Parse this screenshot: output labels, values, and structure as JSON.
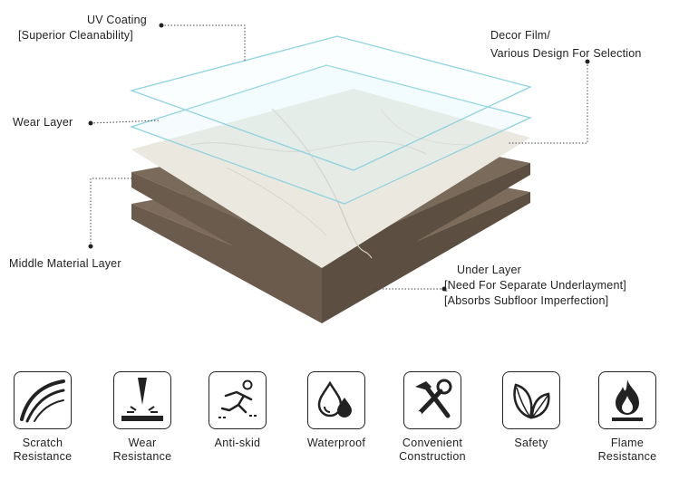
{
  "labels": {
    "uv_coating": {
      "line1": "UV Coating",
      "line2": "[Superior Cleanability]"
    },
    "wear_layer": "Wear Layer",
    "middle_layer": "Middle Material Layer",
    "decor_film": {
      "line1": "Decor Film/",
      "line2": "Various Design For Selection"
    },
    "under_layer": {
      "line1": "Under Layer",
      "line2": "[Need For Separate Underlayment]",
      "line3": "[Absorbs Subfloor Imperfection]"
    }
  },
  "features": [
    {
      "line1": "Scratch",
      "line2": "Resistance",
      "icon": "scratch-icon"
    },
    {
      "line1": "Wear",
      "line2": "Resistance",
      "icon": "wear-icon"
    },
    {
      "line1": "Anti-skid",
      "line2": "",
      "icon": "slip-icon"
    },
    {
      "line1": "Waterproof",
      "line2": "",
      "icon": "water-drop-icon"
    },
    {
      "line1": "Convenient",
      "line2": "Construction",
      "icon": "tools-icon"
    },
    {
      "line1": "Safety",
      "line2": "",
      "icon": "leaves-icon"
    },
    {
      "line1": "Flame",
      "line2": "Resistance",
      "icon": "flame-icon"
    }
  ],
  "colors": {
    "core_layer": "#7a6a5a",
    "core_edge": "#5e5044",
    "decor_surface": "#ece9e0",
    "film_line": "#8fd3e0",
    "text": "#222222"
  }
}
